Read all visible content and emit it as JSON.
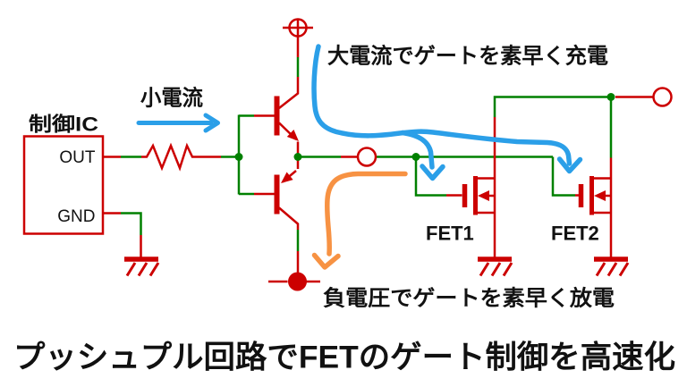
{
  "colors": {
    "wire": "#008000",
    "component": "#CC0000",
    "charge_arrow": "#2B9FE8",
    "discharge_arrow": "#F79243",
    "text": "#111111",
    "background": "#FFFFFF"
  },
  "ic": {
    "title": "制御IC",
    "pins": [
      "OUT",
      "GND"
    ]
  },
  "annotations": {
    "small_current": "小電流",
    "charge": "大電流でゲートを素早く充電",
    "discharge": "負電圧でゲートを素早く放電"
  },
  "fets": {
    "fet1": "FET1",
    "fet2": "FET2"
  },
  "caption": "プッシュプル回路でFETのゲート制御を高速化"
}
